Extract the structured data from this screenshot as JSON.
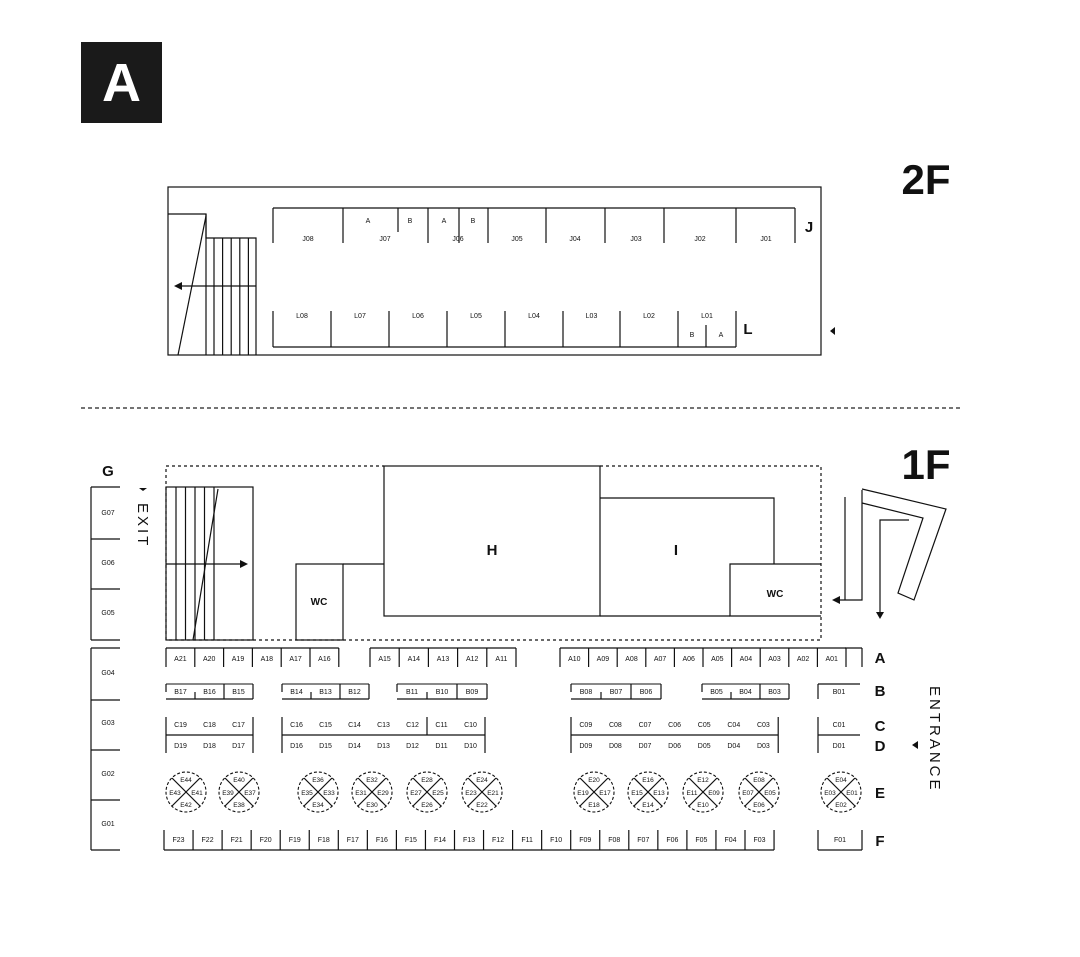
{
  "badge": {
    "label": "A"
  },
  "floor2": {
    "label": "2F",
    "rowJ": {
      "label": "J",
      "units": [
        "J08",
        "J07",
        "J06",
        "J05",
        "J04",
        "J03",
        "J02",
        "J01"
      ],
      "subs": [
        "A",
        "B",
        "A",
        "B"
      ]
    },
    "rowL": {
      "label": "L",
      "units": [
        "L08",
        "L07",
        "L06",
        "L05",
        "L04",
        "L03",
        "L02",
        "L01"
      ],
      "subs": [
        "B",
        "A"
      ]
    }
  },
  "floor1": {
    "label": "1F",
    "exit": "EXIT",
    "entrance": "ENTRANCE",
    "wc": "WC",
    "roomH": "H",
    "roomI": "I",
    "colG": {
      "label": "G",
      "units": [
        "G07",
        "G06",
        "G05",
        "G04",
        "G03",
        "G02",
        "G01"
      ]
    },
    "rowA": {
      "label": "A",
      "units": [
        "A21",
        "A20",
        "A19",
        "A18",
        "A17",
        "A16",
        "A15",
        "A14",
        "A13",
        "A12",
        "A11",
        "A10",
        "A09",
        "A08",
        "A07",
        "A06",
        "A05",
        "A04",
        "A03",
        "A02",
        "A01"
      ]
    },
    "rowB": {
      "label": "B",
      "units": [
        "B17",
        "B16",
        "B15",
        "B14",
        "B13",
        "B12",
        "B11",
        "B10",
        "B09",
        "B08",
        "B07",
        "B06",
        "B05",
        "B04",
        "B03",
        "B01"
      ]
    },
    "rowC": {
      "label": "C",
      "units": [
        "C19",
        "C18",
        "C17",
        "C16",
        "C15",
        "C14",
        "C13",
        "C12",
        "C11",
        "C10",
        "C09",
        "C08",
        "C07",
        "C06",
        "C05",
        "C04",
        "C03",
        "C01"
      ]
    },
    "rowD": {
      "label": "D",
      "units": [
        "D19",
        "D18",
        "D17",
        "D16",
        "D15",
        "D14",
        "D13",
        "D12",
        "D11",
        "D10",
        "D09",
        "D08",
        "D07",
        "D06",
        "D05",
        "D04",
        "D03",
        "D01"
      ]
    },
    "rowE": {
      "label": "E",
      "clusters": [
        [
          "E44",
          "E41",
          "E42",
          "E43"
        ],
        [
          "E40",
          "E37",
          "E38",
          "E39"
        ],
        [
          "E36",
          "E33",
          "E34",
          "E35"
        ],
        [
          "E32",
          "E29",
          "E30",
          "E31"
        ],
        [
          "E28",
          "E25",
          "E26",
          "E27"
        ],
        [
          "E24",
          "E21",
          "E22",
          "E23"
        ],
        [
          "E20",
          "E17",
          "E18",
          "E19"
        ],
        [
          "E16",
          "E13",
          "E14",
          "E15"
        ],
        [
          "E12",
          "E09",
          "E10",
          "E11"
        ],
        [
          "E08",
          "E05",
          "E06",
          "E07"
        ],
        [
          "E04",
          "E01",
          "E02",
          "E03"
        ]
      ]
    },
    "rowF": {
      "label": "F",
      "units": [
        "F23",
        "F22",
        "F21",
        "F20",
        "F19",
        "F18",
        "F17",
        "F16",
        "F15",
        "F14",
        "F13",
        "F12",
        "F11",
        "F10",
        "F09",
        "F08",
        "F07",
        "F06",
        "F05",
        "F04",
        "F03",
        "F01"
      ]
    }
  }
}
